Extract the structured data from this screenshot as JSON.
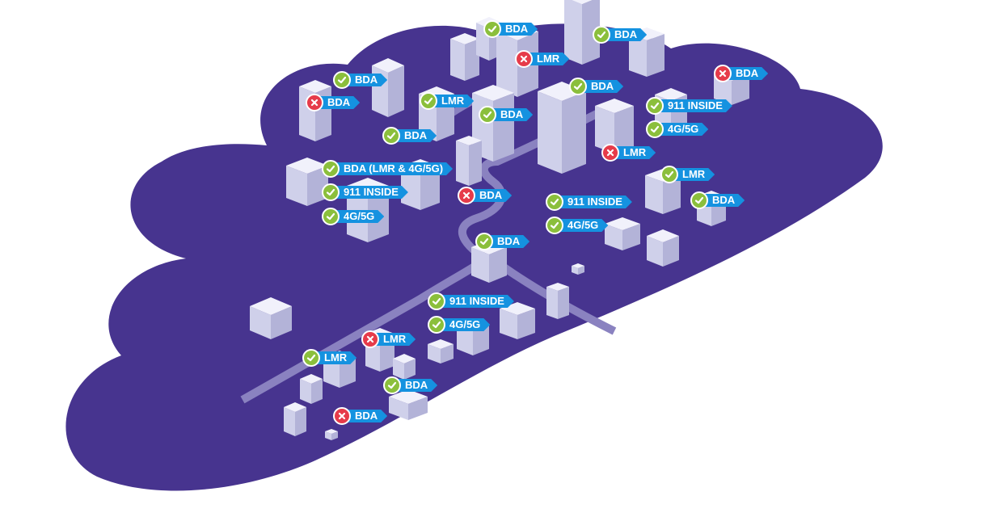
{
  "colors": {
    "cloud": "#47348f",
    "road": "#8a82c0",
    "building_top": "#f1f1fb",
    "building_left": "#cfd0ea",
    "building_right": "#b3b3d8",
    "tag_fill": "#1592e0",
    "ok_badge": "#8bbf3c",
    "fail_badge": "#e63b4a"
  },
  "tags": [
    {
      "label": "BDA",
      "status": "ok",
      "icon": "check-icon"
    },
    {
      "label": "BDA",
      "status": "ok",
      "icon": "check-icon"
    },
    {
      "label": "LMR",
      "status": "fail",
      "icon": "cross-icon"
    },
    {
      "label": "BDA",
      "status": "ok",
      "icon": "check-icon"
    },
    {
      "label": "BDA",
      "status": "fail",
      "icon": "cross-icon"
    },
    {
      "label": "BDA",
      "status": "ok",
      "icon": "check-icon"
    },
    {
      "label": "BDA",
      "status": "fail",
      "icon": "cross-icon"
    },
    {
      "label": "LMR",
      "status": "ok",
      "icon": "check-icon"
    },
    {
      "label": "911 INSIDE",
      "status": "ok",
      "icon": "check-icon"
    },
    {
      "label": "BDA",
      "status": "ok",
      "icon": "check-icon"
    },
    {
      "label": "4G/5G",
      "status": "ok",
      "icon": "check-icon"
    },
    {
      "label": "BDA",
      "status": "ok",
      "icon": "check-icon"
    },
    {
      "label": "LMR",
      "status": "fail",
      "icon": "cross-icon"
    },
    {
      "label": "BDA (LMR & 4G/5G)",
      "status": "ok",
      "icon": "check-icon"
    },
    {
      "label": "LMR",
      "status": "ok",
      "icon": "check-icon"
    },
    {
      "label": "911 INSIDE",
      "status": "ok",
      "icon": "check-icon"
    },
    {
      "label": "BDA",
      "status": "fail",
      "icon": "cross-icon"
    },
    {
      "label": "911 INSIDE",
      "status": "ok",
      "icon": "check-icon"
    },
    {
      "label": "BDA",
      "status": "ok",
      "icon": "check-icon"
    },
    {
      "label": "4G/5G",
      "status": "ok",
      "icon": "check-icon"
    },
    {
      "label": "4G/5G",
      "status": "ok",
      "icon": "check-icon"
    },
    {
      "label": "BDA",
      "status": "ok",
      "icon": "check-icon"
    },
    {
      "label": "911 INSIDE",
      "status": "ok",
      "icon": "check-icon"
    },
    {
      "label": "4G/5G",
      "status": "ok",
      "icon": "check-icon"
    },
    {
      "label": "LMR",
      "status": "fail",
      "icon": "cross-icon"
    },
    {
      "label": "LMR",
      "status": "ok",
      "icon": "check-icon"
    },
    {
      "label": "BDA",
      "status": "ok",
      "icon": "check-icon"
    },
    {
      "label": "BDA",
      "status": "fail",
      "icon": "cross-icon"
    }
  ]
}
